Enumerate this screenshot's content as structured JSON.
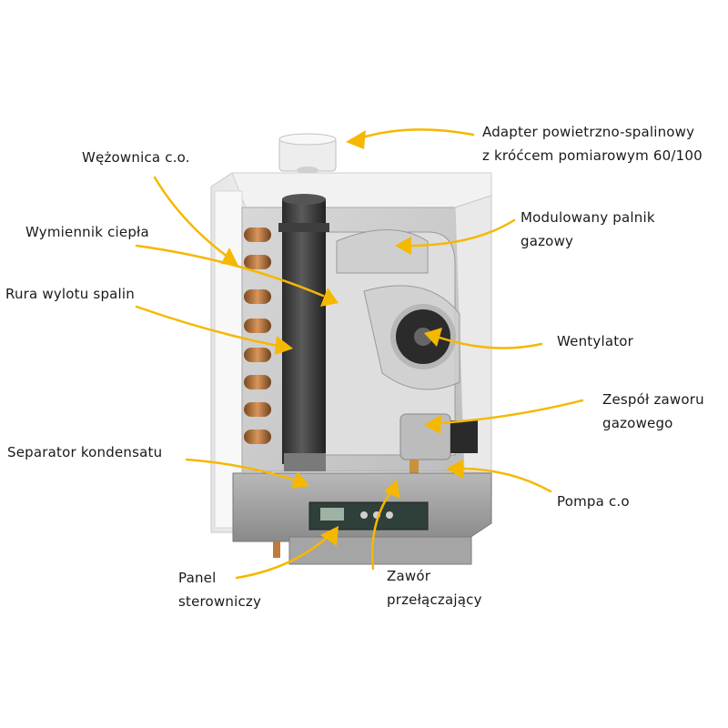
{
  "labels": {
    "adapter": {
      "line1": "Adapter powietrzno-spalinowy",
      "line2": "z króćcem pomiarowym 60/100"
    },
    "wezownica": {
      "line1": "Wężownica c.o."
    },
    "modulowany": {
      "line1": "Modulowany palnik",
      "line2": "gazowy"
    },
    "wymiennik": {
      "line1": "Wymiennik ciepła"
    },
    "rura": {
      "line1": "Rura wylotu spalin"
    },
    "wentylator": {
      "line1": "Wentylator"
    },
    "zespol": {
      "line1": "Zespół zaworu",
      "line2": "gazowego"
    },
    "separator": {
      "line1": "Separator kondensatu"
    },
    "pompa": {
      "line1": "Pompa c.o"
    },
    "panel": {
      "line1": "Panel",
      "line2": "sterowniczy"
    },
    "zawor": {
      "line1": "Zawór",
      "line2": "przełączający"
    }
  },
  "colors": {
    "arrow": "#f5b800",
    "text": "#1a1a1a",
    "casing": "#f4f4f4",
    "flue_pipe": "#3a3a3a",
    "copper": "#c07a3c",
    "panel": "#9a9a9a"
  }
}
